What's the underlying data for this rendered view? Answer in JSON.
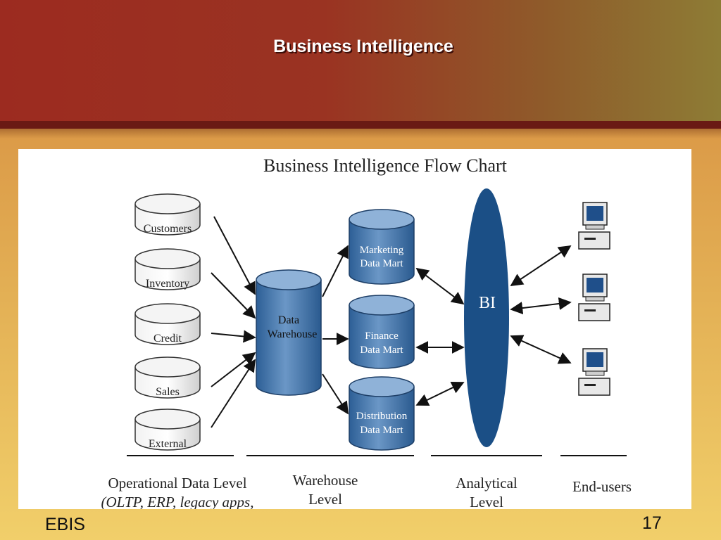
{
  "slide": {
    "title": "Business Intelligence",
    "footer_left": "EBIS",
    "page_number": "17"
  },
  "diagram": {
    "title": "Business Intelligence Flow Chart",
    "sources": [
      "Customers",
      "Inventory",
      "Credit",
      "Sales",
      "External"
    ],
    "warehouse": [
      "Data",
      "Warehouse"
    ],
    "marts": [
      [
        "Marketing",
        "Data Mart"
      ],
      [
        "Finance",
        "Data Mart"
      ],
      [
        "Distribution",
        "Data Mart"
      ]
    ],
    "bi_label": "BI",
    "levels": {
      "operational": [
        "Operational Data Level",
        "(OLTP, ERP, legacy apps,"
      ],
      "warehouse": [
        "Warehouse",
        "Level"
      ],
      "analytical": [
        "Analytical",
        "Level"
      ],
      "end_users": [
        "End-users"
      ]
    },
    "colors": {
      "blue": "#3f6fa6",
      "dark_blue": "#1b4f86",
      "grey": "#e6e6e6"
    }
  }
}
